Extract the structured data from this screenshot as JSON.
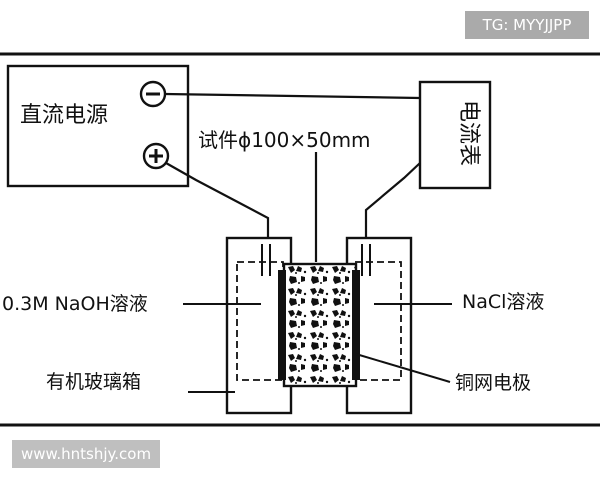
{
  "watermarks": {
    "top_right": "TG: MYYJJPP",
    "bottom_left": "www.hntshjy.com"
  },
  "diagram": {
    "power_supply_label": "直流电源",
    "negative_terminal": "−",
    "positive_terminal": "+",
    "ammeter_label": "电流表",
    "specimen_label": "试件ϕ100×50mm",
    "naoh_label": "0.3M NaOH溶液",
    "nacl_label": "NaCl溶液",
    "box_label": "有机玻璃箱",
    "electrode_label": "铜网电极"
  }
}
